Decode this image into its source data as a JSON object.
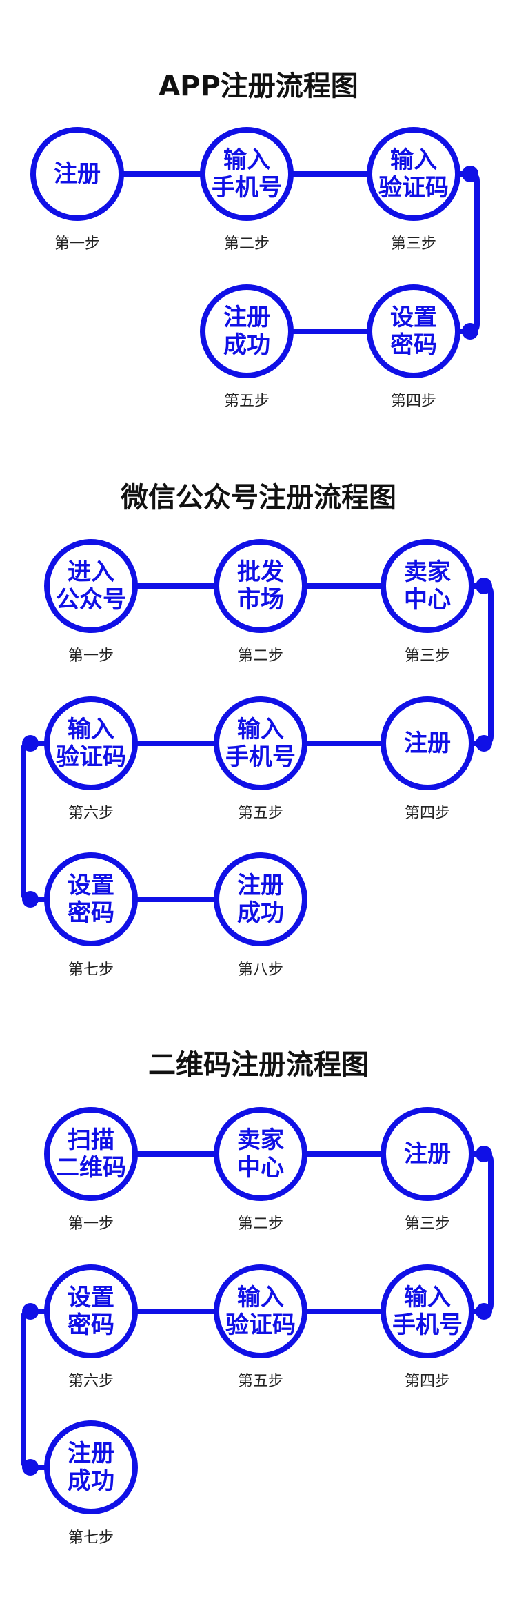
{
  "colors": {
    "accent": "#1010e6",
    "title": "#111111",
    "caption": "#222222"
  },
  "sections": [
    {
      "title": "APP注册流程图",
      "steps": [
        {
          "label": "注册",
          "caption": "第一步"
        },
        {
          "label": "输入\n手机号",
          "caption": "第二步"
        },
        {
          "label": "输入\n验证码",
          "caption": "第三步"
        },
        {
          "label": "设置\n密码",
          "caption": "第四步"
        },
        {
          "label": "注册\n成功",
          "caption": "第五步"
        }
      ]
    },
    {
      "title": "微信公众号注册流程图",
      "steps": [
        {
          "label": "进入\n公众号",
          "caption": "第一步"
        },
        {
          "label": "批发\n市场",
          "caption": "第二步"
        },
        {
          "label": "卖家\n中心",
          "caption": "第三步"
        },
        {
          "label": "注册",
          "caption": "第四步"
        },
        {
          "label": "输入\n手机号",
          "caption": "第五步"
        },
        {
          "label": "输入\n验证码",
          "caption": "第六步"
        },
        {
          "label": "设置\n密码",
          "caption": "第七步"
        },
        {
          "label": "注册\n成功",
          "caption": "第八步"
        }
      ]
    },
    {
      "title": "二维码注册流程图",
      "steps": [
        {
          "label": "扫描\n二维码",
          "caption": "第一步"
        },
        {
          "label": "卖家\n中心",
          "caption": "第二步"
        },
        {
          "label": "注册",
          "caption": "第三步"
        },
        {
          "label": "输入\n手机号",
          "caption": "第四步"
        },
        {
          "label": "输入\n验证码",
          "caption": "第五步"
        },
        {
          "label": "设置\n密码",
          "caption": "第六步"
        },
        {
          "label": "注册\n成功",
          "caption": "第七步"
        }
      ]
    }
  ]
}
